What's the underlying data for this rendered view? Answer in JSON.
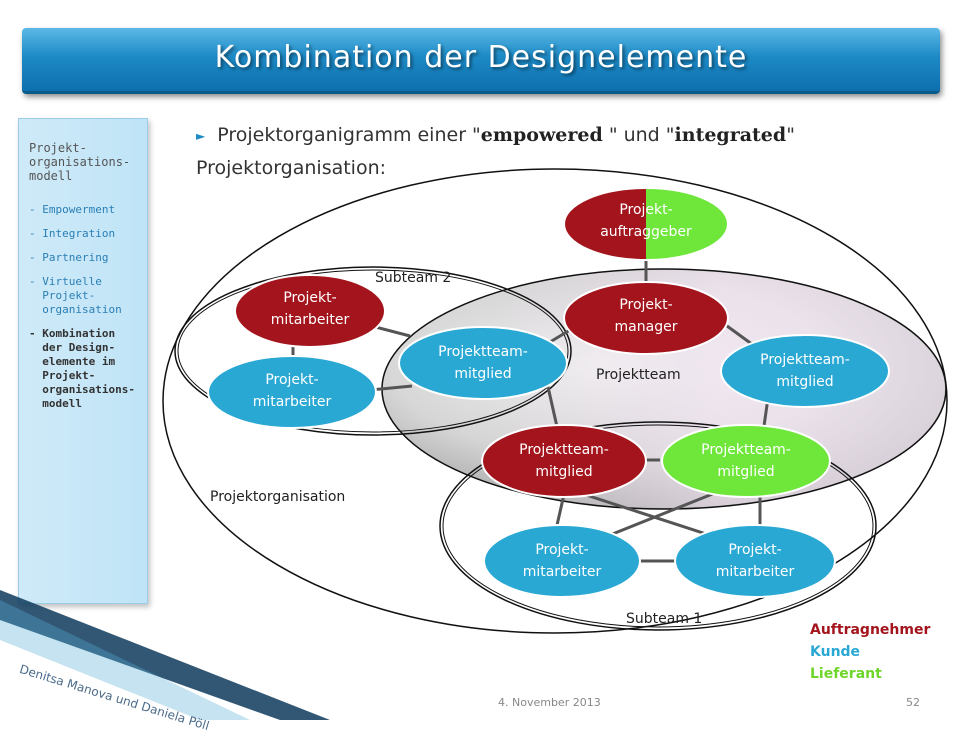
{
  "title": "Kombination der Designelemente",
  "sidebar": {
    "heading": "Projekt-\norganisations-\nmodell",
    "items": [
      "- Empowerment",
      "- Integration",
      "- Partnering",
      "- Virtuelle\n  Projekt-\n  organisation",
      "- Kombination\n  der Design-\n  elemente im\n  Projekt-\n  organisations-\n  modell"
    ]
  },
  "bullet": {
    "pre": "Projektorganigramm einer \"",
    "em1": "empowered",
    "mid": " \" und \"",
    "em2": "integrated",
    "post": "\"",
    "line2": "Projektorganisation:"
  },
  "diagram": {
    "labels": {
      "projektorganisation": "Projektorganisation",
      "projektteam": "Projektteam",
      "subteam1": "Subteam 1",
      "subteam2": "Subteam 2"
    },
    "nodes": {
      "auftraggeber": [
        "Projekt-",
        "auftraggeber"
      ],
      "manager": [
        "Projekt-",
        "manager"
      ],
      "mitarbeiter_a": [
        "Projekt-",
        "mitarbeiter"
      ],
      "mitarbeiter_b": [
        "Projekt-",
        "mitarbeiter"
      ],
      "team_sub2": [
        "Projektteam-",
        "mitglied"
      ],
      "team_right": [
        "Projektteam-",
        "mitglied"
      ],
      "team_red": [
        "Projektteam-",
        "mitglied"
      ],
      "team_green": [
        "Projektteam-",
        "mitglied"
      ],
      "mitarbeiter_c": [
        "Projekt-",
        "mitarbeiter"
      ],
      "mitarbeiter_d": [
        "Projekt-",
        "mitarbeiter"
      ]
    }
  },
  "legend": [
    {
      "label": "Auftragnehmer",
      "color": "#a3141c"
    },
    {
      "label": "Kunde",
      "color": "#2aa8d4"
    },
    {
      "label": "Lieferant",
      "color": "#6ed62a"
    }
  ],
  "colors": {
    "red": "#a3141c",
    "blue": "#2aa8d4",
    "green": "#6ee63a"
  },
  "footer": {
    "author": "Denitsa Manova und Daniela Pöll",
    "date": "4. November 2013",
    "page": "52"
  }
}
